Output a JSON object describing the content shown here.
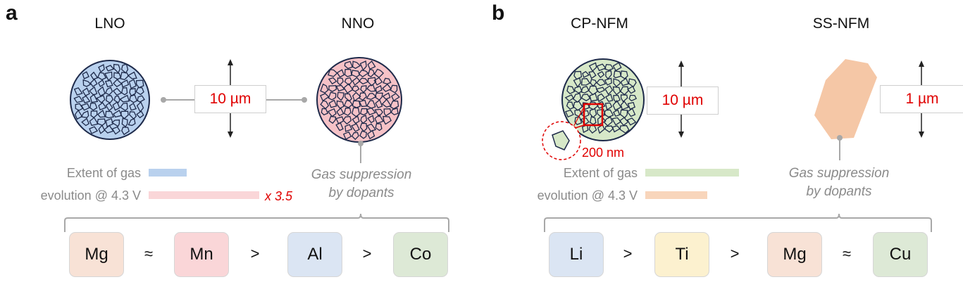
{
  "panel_a": {
    "letter": "a",
    "left_title": "LNO",
    "right_title": "NNO",
    "scale_label": "10 µm",
    "gas_label_line1": "Extent of gas",
    "gas_label_line2": "evolution @ 4.3 V",
    "ratio_label": "x 3.5",
    "suppression_line1": "Gas suppression",
    "suppression_line2": "by dopants",
    "elements": [
      {
        "symbol": "Mg",
        "color": "#f8e2d6"
      },
      {
        "symbol": "Mn",
        "color": "#fad6d8"
      },
      {
        "symbol": "Al",
        "color": "#dbe5f3"
      },
      {
        "symbol": "Co",
        "color": "#dde9d6"
      }
    ],
    "operators": [
      "≈",
      ">",
      ">"
    ],
    "colors": {
      "lno": "#b9d1ee",
      "nno": "#f6c2c7"
    }
  },
  "panel_b": {
    "letter": "b",
    "left_title": "CP-NFM",
    "right_title": "SS-NFM",
    "left_scale_label": "10 µm",
    "right_scale_label": "1 µm",
    "inset_label": "200 nm",
    "gas_label_line1": "Extent of gas",
    "gas_label_line2": "evolution @ 4.3 V",
    "suppression_line1": "Gas suppression",
    "suppression_line2": "by dopants",
    "elements": [
      {
        "symbol": "Li",
        "color": "#dbe5f3"
      },
      {
        "symbol": "Ti",
        "color": "#fcf1cf"
      },
      {
        "symbol": "Mg",
        "color": "#f8e2d6"
      },
      {
        "symbol": "Cu",
        "color": "#dde9d6"
      }
    ],
    "operators": [
      ">",
      ">",
      "≈"
    ],
    "colors": {
      "cp": "#d7e8c8",
      "ss": "#f5c7a6"
    }
  }
}
